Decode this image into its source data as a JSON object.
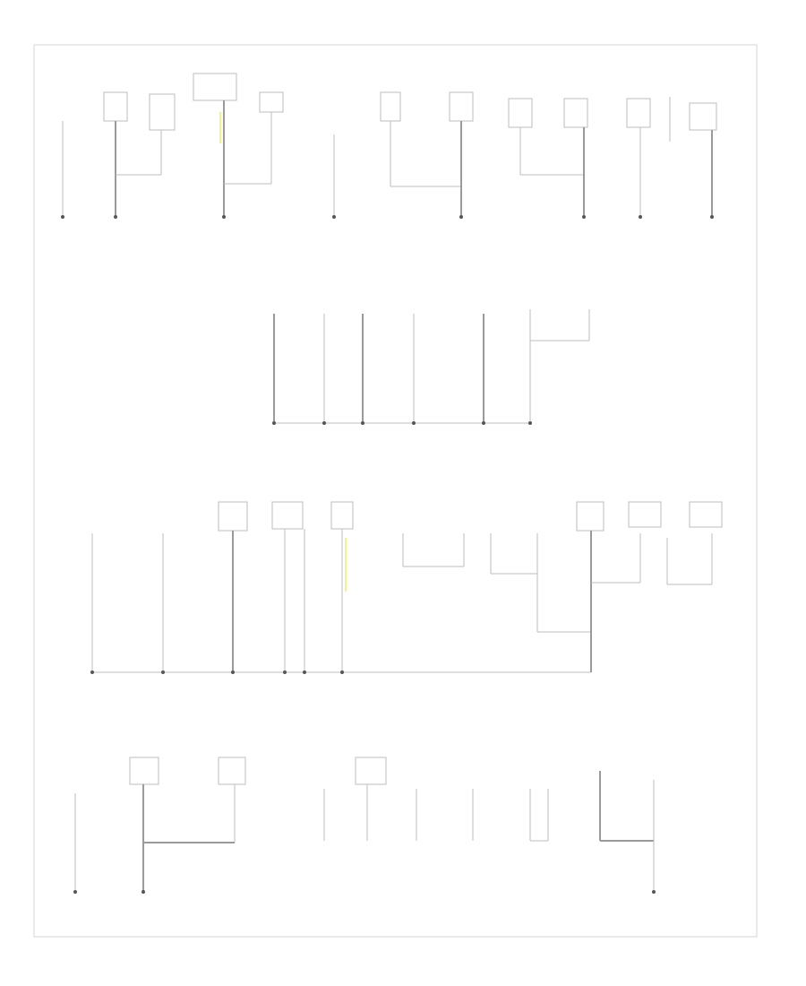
{
  "page": {
    "id_text": "",
    "note": ""
  },
  "diagram": {
    "type": "ground-distribution-wiring-diagram",
    "colors": {
      "border": "#d4d4d4",
      "wire": "#bdbdbd",
      "wire_heavy": "#9a9a9a",
      "text": "#8a8a8a",
      "highlight": "#f0ec6a"
    },
    "rows": 4,
    "ground_points": 7,
    "components_row1": 12,
    "components_row2": 7,
    "components_row3": 11,
    "components_row4": 10
  }
}
